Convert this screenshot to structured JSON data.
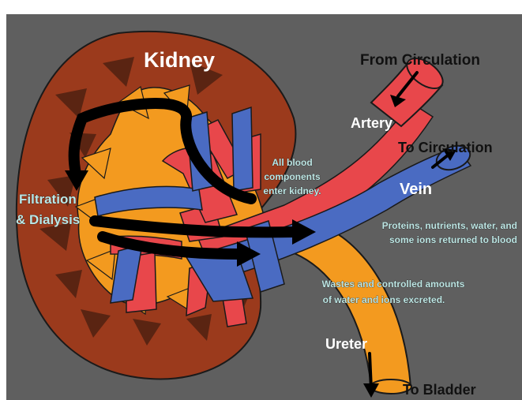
{
  "labels": {
    "kidney": "Kidney",
    "from_circulation": "From Circulation",
    "artery": "Artery",
    "to_circulation": "To Circulation",
    "vein": "Vein",
    "all_blood_line1": "All blood",
    "all_blood_line2": "components",
    "all_blood_line3": "enter kidney.",
    "filtration_line1": "Filtration",
    "filtration_line2": "& Dialysis",
    "returned_line1": "Proteins, nutrients, water, and",
    "returned_line2": "some ions returned to blood",
    "wastes_line1": "Wastes and controlled amounts",
    "wastes_line2": "of water and ions excreted.",
    "ureter": "Ureter",
    "to_bladder": "To Bladder"
  },
  "colors": {
    "background": "#5f5f5f",
    "kidney_outer": "#9b3a1c",
    "kidney_pyramids": "#5a2412",
    "pelvis": "#f39a1f",
    "artery": "#e8474b",
    "vein": "#4a6bc2",
    "ureter": "#f39a1f",
    "arrows": "#000000"
  }
}
